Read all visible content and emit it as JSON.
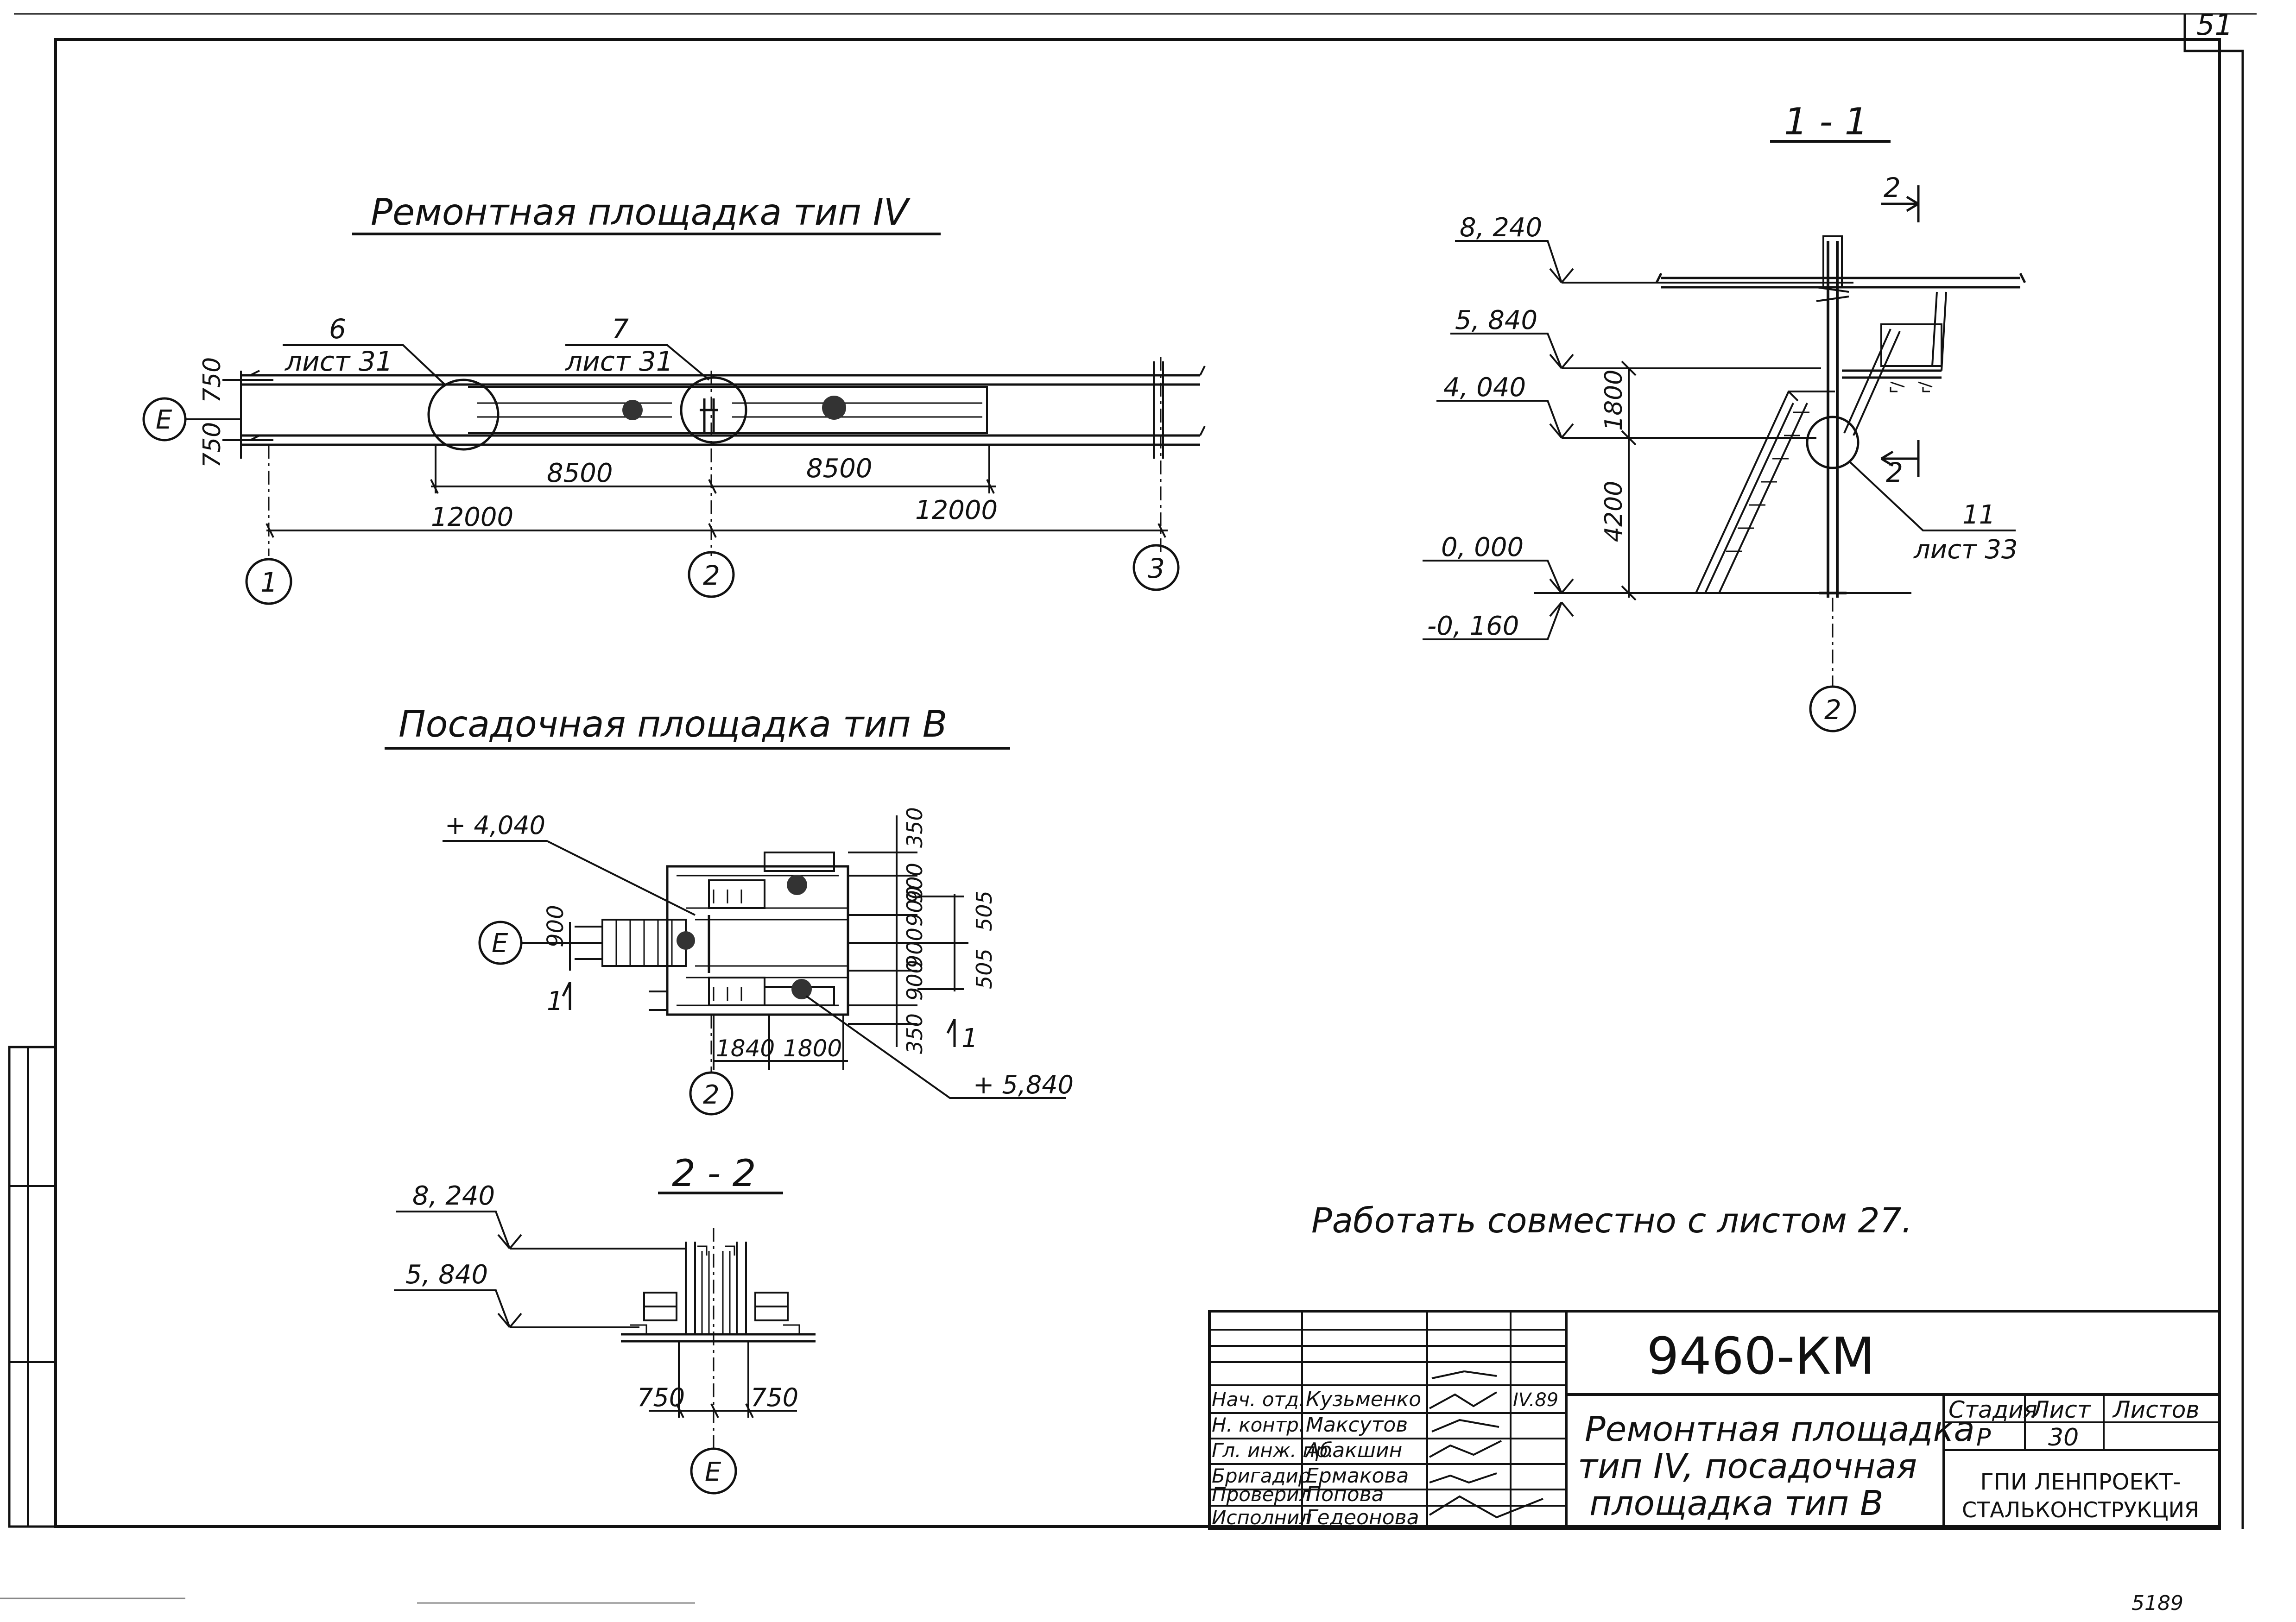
{
  "sheet_number_corner": "51",
  "archive_number": "5189",
  "plan_repair": {
    "title": "Ремонтная площадка тип IV",
    "callout_6_num": "6",
    "callout_6_ref": "лист 31",
    "callout_7_num": "7",
    "callout_7_ref": "лист 31",
    "axis_row": "Е",
    "dim_750_top": "750",
    "dim_750_bottom": "750",
    "dim_8500_left": "8500",
    "dim_8500_right": "8500",
    "dim_12000_left": "12000",
    "dim_12000_right": "12000",
    "axes": [
      "1",
      "2",
      "3"
    ]
  },
  "plan_landing": {
    "title": "Посадочная площадка тип В",
    "level_top": "+ 4,040",
    "level_bottom": "+ 5,840",
    "axis_row": "Е",
    "axis_col": "2",
    "section_mark": "1",
    "dims_right": [
      "350",
      "900",
      "900",
      "900",
      "900",
      "350"
    ],
    "dims_far_right": [
      "505",
      "505"
    ],
    "dim_left": "900",
    "dim_1840": "1840",
    "dim_1800": "1800"
  },
  "section_1_1": {
    "title": "1 - 1",
    "level_8240": "8, 240",
    "level_5840": "5, 840",
    "level_4040": "4, 040",
    "level_0000": "0, 000",
    "level_m0160": "-0, 160",
    "dim_1800": "1800",
    "dim_4200": "4200",
    "section_mark": "2",
    "callout_11_num": "11",
    "callout_11_ref": "лист 33",
    "axis": "2"
  },
  "section_2_2": {
    "title": "2 - 2",
    "level_8240": "8, 240",
    "level_5840": "5, 840",
    "dim_750_left": "750",
    "dim_750_right": "750",
    "axis": "Е"
  },
  "note": "Работать совместно с листом 27.",
  "title_block": {
    "code": "9460-КМ",
    "description_line1": "Ремонтная площадка",
    "description_line2": "тип IV, посадочная",
    "description_line3": "площадка тип В",
    "stage_header": "Стадия",
    "sheet_header": "Лист",
    "sheets_header": "Листов",
    "stage_value": "Р",
    "sheet_value": "30",
    "organization_line1": "ГПИ ЛЕНПРОЕКТ-",
    "organization_line2": "СТАЛЬКОНСТРУКЦИЯ",
    "signatures": [
      {
        "role": "Нач. отд.",
        "name": "Кузьменко",
        "date": "IV.89"
      },
      {
        "role": "Н. контр.",
        "name": "Максутов",
        "date": ""
      },
      {
        "role": "Гл. инж. пр.",
        "name": "Абакшин",
        "date": ""
      },
      {
        "role": "Бригадир",
        "name": "Ермакова",
        "date": ""
      },
      {
        "role": "Проверил",
        "name": "Попова",
        "date": ""
      },
      {
        "role": "Исполнил",
        "name": "Гедеонова",
        "date": ""
      }
    ]
  }
}
